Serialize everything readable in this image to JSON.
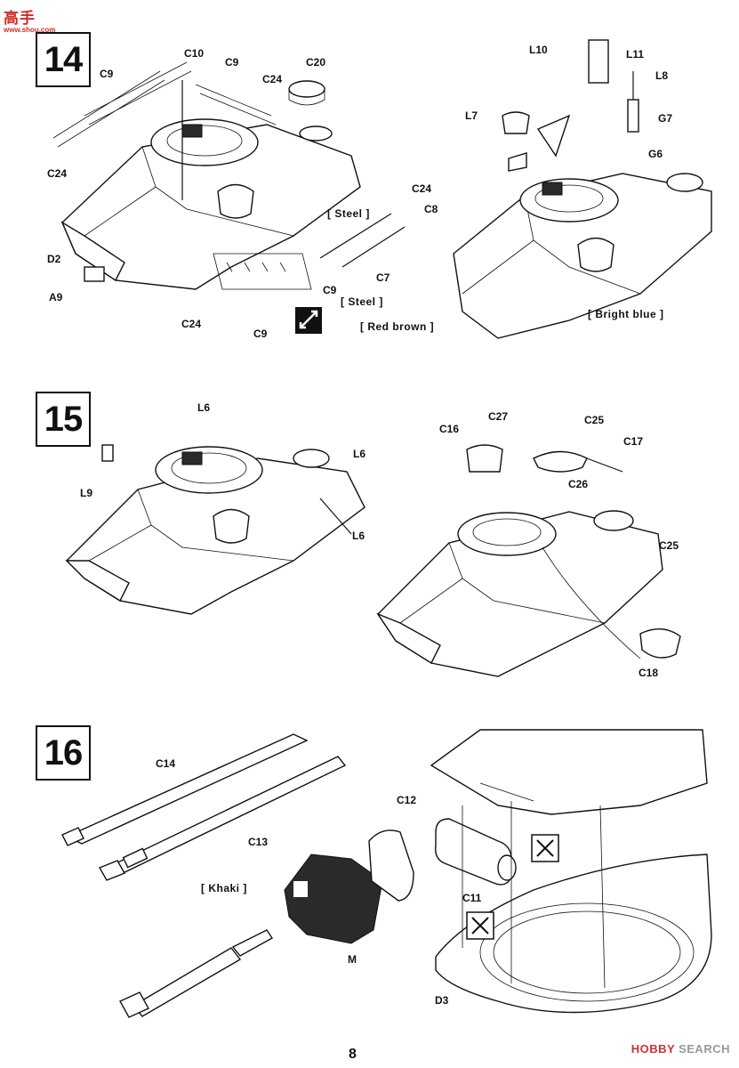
{
  "watermark_top": {
    "cn": "高手",
    "url": "www.shou.com"
  },
  "watermark_bottom": {
    "brand": "HOBBY",
    "suffix": "SEARCH"
  },
  "page_number": "8",
  "steps": [
    {
      "number": "14"
    },
    {
      "number": "15"
    },
    {
      "number": "16"
    }
  ],
  "colors": {
    "steel_1": "[ Steel ]",
    "steel_2": "[ Steel ]",
    "red_brown": "[ Red brown ]",
    "bright_blue": "[ Bright blue ]",
    "khaki": "[ Khaki ]"
  },
  "labels_14": {
    "c10": "C10",
    "c9_a": "C9",
    "c9_b": "C9",
    "c20": "C20",
    "c24_a": "C24",
    "c24_b": "C24",
    "c24_c": "C24",
    "c24_d": "C24",
    "c8": "C8",
    "d2": "D2",
    "a9": "A9",
    "c9_c": "C9",
    "c7": "C7",
    "c9_d": "C9",
    "l10": "L10",
    "l11": "L11",
    "l8": "L8",
    "l7": "L7",
    "g7": "G7",
    "g6": "G6"
  },
  "labels_15": {
    "l6_a": "L6",
    "l6_b": "L6",
    "l6_c": "L6",
    "l9": "L9",
    "c27": "C27",
    "c25_a": "C25",
    "c16": "C16",
    "c17": "C17",
    "c26": "C26",
    "c25_b": "C25",
    "c18": "C18"
  },
  "labels_16": {
    "c14": "C14",
    "c13": "C13",
    "c12": "C12",
    "c11": "C11",
    "m": "M",
    "d3": "D3"
  }
}
